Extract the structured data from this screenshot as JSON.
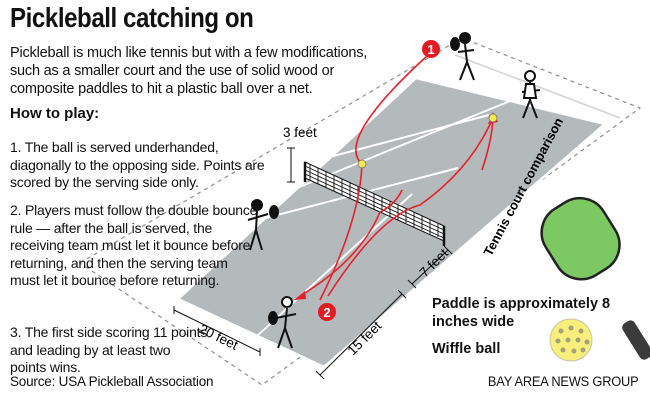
{
  "title": "Pickleball catching on",
  "intro": "Pickleball is much like tennis but with a few modifications, such as a smaller court and the use of solid wood or composite paddles to hit a plastic ball over a net.",
  "how_to_play": {
    "heading": "How to play:",
    "steps": [
      "1. The ball is served underhanded, diagonally to the opposing side. Points are scored by the serving side only.",
      "2. Players must follow the double bounce rule — after the ball is served, the receiving team must let it bounce before returning, and then the serving team must let it bounce before returning.",
      "3. The first side scoring 11 points and leading by at least two points wins."
    ]
  },
  "diagram": {
    "net_height_label": "3 feet",
    "court_width_label": "20 feet",
    "court_depth_label": "15 feet",
    "kitchen_label": "7 feet",
    "tennis_comparison_label": "Tennis court comparison",
    "markers": [
      "1",
      "2"
    ],
    "colors": {
      "court_fill": "#b4b9bc",
      "court_line": "#ffffff",
      "tennis_court_fill": "#cbcdcf",
      "ball_path": "#e8202a",
      "marker": "#e31b23",
      "paddle_face": "#7cc862",
      "paddle_handle": "#3b3b3b",
      "wiffle_ball": "#f7ee7c"
    }
  },
  "paddle_caption": "Paddle is approximately 8 inches wide",
  "wiffle_caption": "Wiffle ball",
  "source": "Source: USA Pickleball Association",
  "credit": "BAY AREA NEWS GROUP"
}
